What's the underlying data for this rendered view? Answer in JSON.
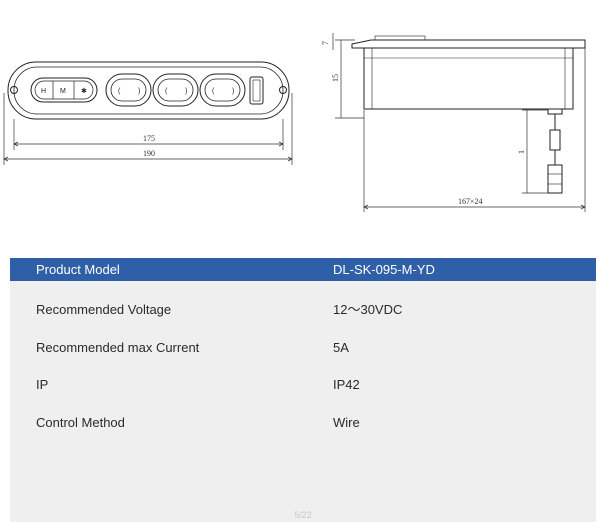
{
  "drawing": {
    "front_view": {
      "dim_inner": "175",
      "dim_outer": "190"
    },
    "side_view": {
      "dim_top": "7",
      "dim_height": "15",
      "dim_cable": "1",
      "dim_base": "167×24"
    }
  },
  "spec_table": {
    "header": {
      "label": "Product Model",
      "value": "DL-SK-095-M-YD"
    },
    "rows": [
      {
        "label": "Recommended  Voltage",
        "value": "12～30VDC"
      },
      {
        "label": "Recommended  max  Current",
        "value": "5A"
      },
      {
        "label": "IP",
        "value": "IP42"
      },
      {
        "label": "Control  Method",
        "value": "Wire"
      }
    ],
    "header_color": "#2f5fa6",
    "panel_color": "#efefef"
  },
  "page_number": "5/22"
}
